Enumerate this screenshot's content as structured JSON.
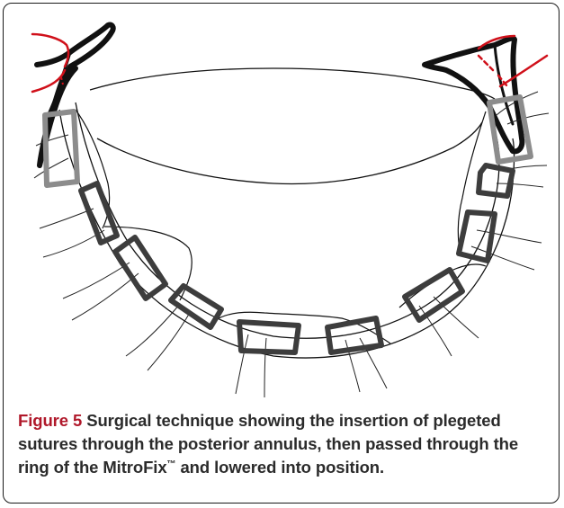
{
  "figure": {
    "label": "Figure 5",
    "caption_part1": "Surgical technique showing the insertion of plegeted sutures through the posterior annulus, then passed through the ring of the MitroFix",
    "trademark": "™",
    "caption_part2": " and lowered into position."
  },
  "colors": {
    "label_red": "#b0182a",
    "pledget_dark": "#3d3d3d",
    "pledget_light": "#8c8c8c",
    "ink": "#111111",
    "annotation_red": "#d0101a"
  }
}
